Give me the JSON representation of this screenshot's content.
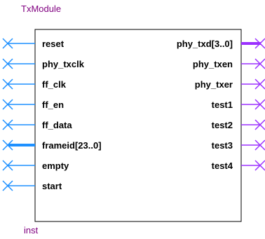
{
  "module": {
    "title": "TxModule",
    "instance": "inst"
  },
  "colors": {
    "input": "#1e90ff",
    "output": "#9b30ff",
    "label": "#800080",
    "box": "#000000"
  },
  "inputs": [
    {
      "name": "reset",
      "bus": false
    },
    {
      "name": "phy_txclk",
      "bus": false
    },
    {
      "name": "ff_clk",
      "bus": false
    },
    {
      "name": "ff_en",
      "bus": false
    },
    {
      "name": "ff_data",
      "bus": false
    },
    {
      "name": "frameid[23..0]",
      "bus": true
    },
    {
      "name": "empty",
      "bus": false
    },
    {
      "name": "start",
      "bus": false
    }
  ],
  "outputs": [
    {
      "name": "phy_txd[3..0]",
      "bus": true
    },
    {
      "name": "phy_txen",
      "bus": false
    },
    {
      "name": "phy_txer",
      "bus": false
    },
    {
      "name": "test1",
      "bus": false
    },
    {
      "name": "test2",
      "bus": false
    },
    {
      "name": "test3",
      "bus": false
    },
    {
      "name": "test4",
      "bus": false
    }
  ]
}
